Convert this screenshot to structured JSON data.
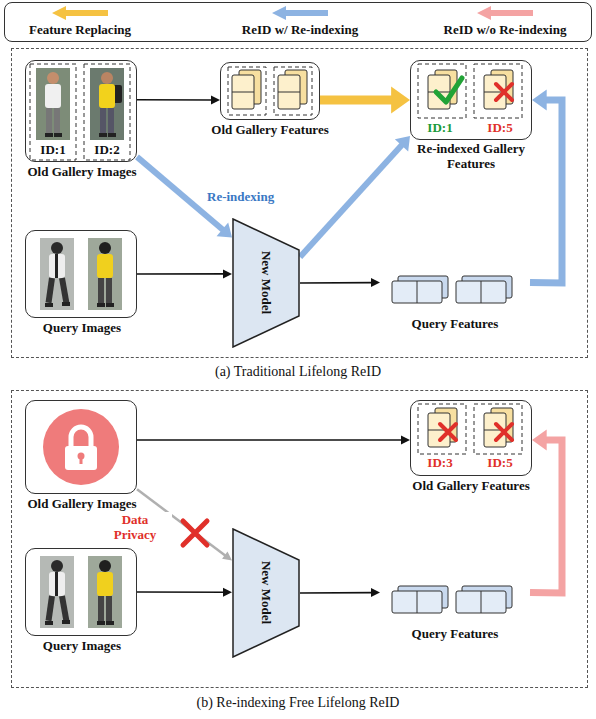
{
  "diagram": {
    "nodes": [
      {
        "text": [
          "ID:1",
          "ID:2",
          "Old Gallery Images"
        ]
      },
      {
        "text": [
          "Old Gallery Features"
        ]
      },
      {
        "text": [
          "ID:1",
          "ID:5",
          "Re-indexed Gallery Features"
        ]
      },
      {
        "text": [
          "Query Images"
        ]
      },
      {
        "text": [
          "New Model"
        ]
      },
      {
        "text": [
          "Query Features"
        ]
      },
      {
        "text": [
          "Old Gallery Images"
        ]
      },
      {
        "text": [
          "ID:3",
          "ID:5",
          "Old Gallery Features"
        ]
      },
      {
        "text": [
          "Query Images"
        ]
      },
      {
        "text": [
          "New Model"
        ]
      },
      {
        "text": [
          "Query Features"
        ]
      }
    ],
    "edges": [
      {
        "from": 0,
        "to": 1,
        "arrow": "to"
      },
      {
        "from": 1,
        "to": 2,
        "arrow": "to"
      },
      {
        "from": 0,
        "to": 4,
        "label": "Re-indexing",
        "arrow": "to"
      },
      {
        "from": 4,
        "to": 2,
        "arrow": "to"
      },
      {
        "from": 3,
        "to": 4,
        "arrow": "to"
      },
      {
        "from": 4,
        "to": 5,
        "arrow": "to"
      },
      {
        "from": 5,
        "to": 2,
        "arrow": "to"
      },
      {
        "from": 6,
        "to": 7,
        "arrow": "to"
      },
      {
        "from": 6,
        "to": 9,
        "label": "Data Privacy",
        "arrow": "to"
      },
      {
        "from": 8,
        "to": 9,
        "arrow": "to"
      },
      {
        "from": 9,
        "to": 10,
        "arrow": "to"
      },
      {
        "from": 10,
        "to": 7,
        "arrow": "to"
      }
    ],
    "labels": [
      "(a) Traditional Lifelong ReID",
      "(b) Re-indexing Free Lifelong ReID"
    ],
    "legend": [
      {
        "text": "Feature Replacing",
        "color": "#f5c242"
      },
      {
        "text": "ReID w/ Re-indexing",
        "color": "#8db3e2"
      },
      {
        "text": "ReID w/o Re-indexing",
        "color": "#f4a3a3"
      }
    ]
  }
}
